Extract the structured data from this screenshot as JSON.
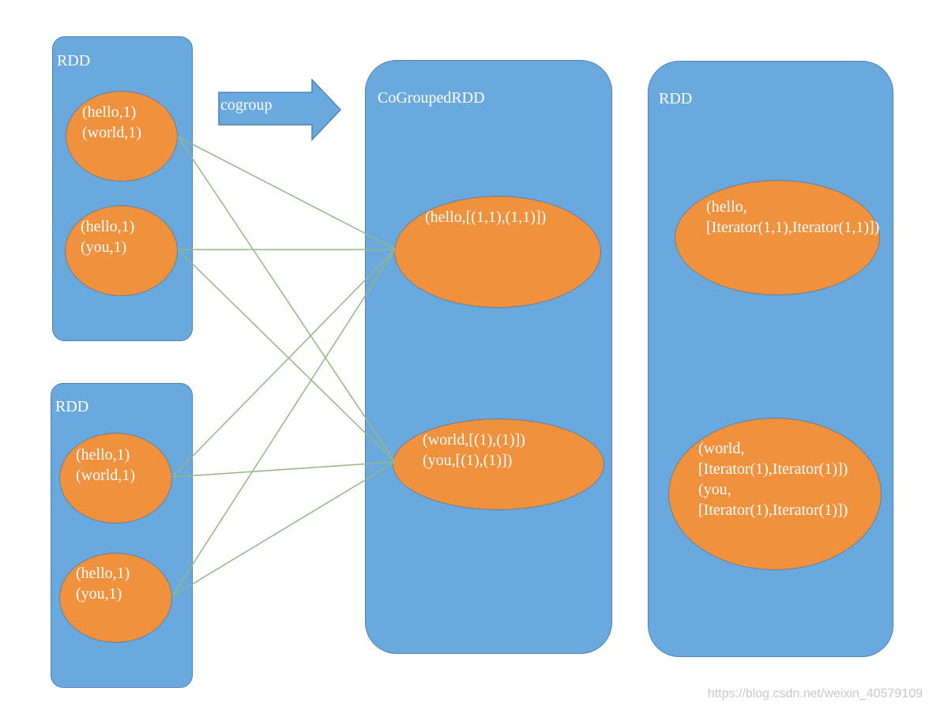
{
  "colors": {
    "panel_fill": "#6aa9dd",
    "panel_border": "#4f84b7",
    "ellipse_fill": "#f0913e",
    "connector": "#93b885",
    "text": "#ffffff",
    "watermark": "#c9c9c9"
  },
  "operation": {
    "label": "cogroup"
  },
  "input_rdds": [
    {
      "title": "RDD",
      "partitions": [
        "(hello,1)\n(world,1)",
        "(hello,1)\n(you,1)"
      ]
    },
    {
      "title": "RDD",
      "partitions": [
        "(hello,1)\n(world,1)",
        "(hello,1)\n(you,1)"
      ]
    }
  ],
  "cogrouped_rdd": {
    "title": "CoGroupedRDD",
    "partitions": [
      "(hello,[(1,1),(1,1)])",
      "(world,[(1),(1)])\n(you,[(1),(1)])"
    ]
  },
  "result_rdd": {
    "title": "RDD",
    "partitions": [
      "(hello,\n[Iterator(1,1),Iterator(1,1)])",
      "(world,\n[Iterator(1),Iterator(1)])\n(you,\n[Iterator(1),Iterator(1)])"
    ]
  },
  "watermark": "https://blog.csdn.net/weixin_40579109"
}
